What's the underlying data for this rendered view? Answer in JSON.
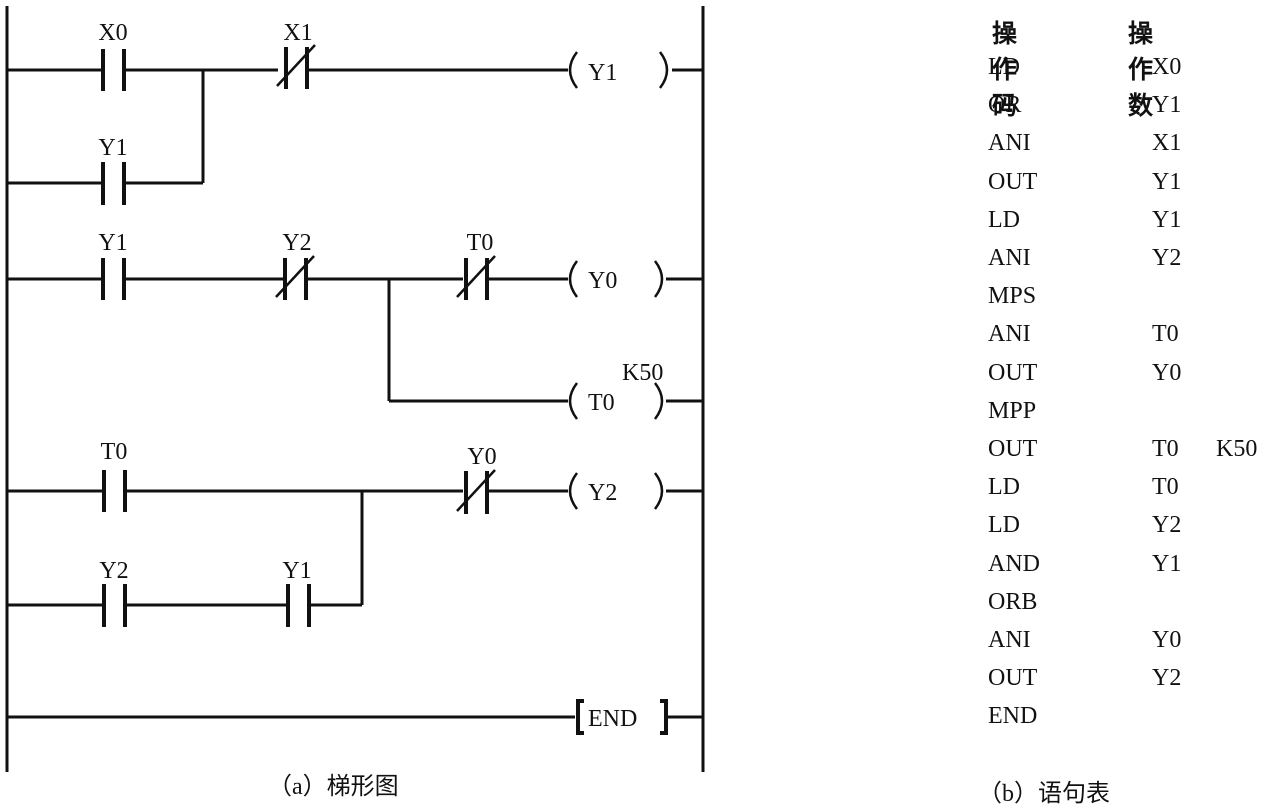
{
  "ladder_diagram": {
    "caption": "（a）梯形图",
    "rungs": [
      {
        "elements": [
          {
            "type": "contact-no",
            "label": "X0"
          },
          {
            "type": "contact-no",
            "label": "Y1",
            "branch": "parallel"
          },
          {
            "type": "contact-nc",
            "label": "X1"
          },
          {
            "type": "coil",
            "label": "Y1"
          }
        ]
      },
      {
        "elements": [
          {
            "type": "contact-no",
            "label": "Y1"
          },
          {
            "type": "contact-nc",
            "label": "Y2"
          },
          {
            "type": "contact-nc",
            "label": "T0"
          },
          {
            "type": "coil",
            "label": "Y0"
          },
          {
            "type": "coil",
            "label": "T0",
            "preset": "K50"
          }
        ]
      },
      {
        "elements": [
          {
            "type": "contact-no",
            "label": "T0"
          },
          {
            "type": "contact-no",
            "label": "Y2",
            "branch": "parallel"
          },
          {
            "type": "contact-no",
            "label": "Y1",
            "branch": "parallel"
          },
          {
            "type": "contact-nc",
            "label": "Y0"
          },
          {
            "type": "coil",
            "label": "Y2"
          }
        ]
      },
      {
        "elements": [
          {
            "type": "end",
            "label": "END"
          }
        ]
      }
    ]
  },
  "statement_list": {
    "caption": "（b）语句表",
    "headers": {
      "opcode": "操作码",
      "operand": "操作数"
    },
    "rows": [
      {
        "op": "LD",
        "arg": "X0",
        "arg2": ""
      },
      {
        "op": "OR",
        "arg": "Y1",
        "arg2": ""
      },
      {
        "op": "ANI",
        "arg": "X1",
        "arg2": ""
      },
      {
        "op": "OUT",
        "arg": "Y1",
        "arg2": ""
      },
      {
        "op": "LD",
        "arg": "Y1",
        "arg2": ""
      },
      {
        "op": "ANI",
        "arg": "Y2",
        "arg2": ""
      },
      {
        "op": "MPS",
        "arg": "",
        "arg2": ""
      },
      {
        "op": "ANI",
        "arg": "T0",
        "arg2": ""
      },
      {
        "op": "OUT",
        "arg": "Y0",
        "arg2": ""
      },
      {
        "op": "MPP",
        "arg": "",
        "arg2": ""
      },
      {
        "op": "OUT",
        "arg": "T0",
        "arg2": "K50"
      },
      {
        "op": "LD",
        "arg": "T0",
        "arg2": ""
      },
      {
        "op": "LD",
        "arg": "Y2",
        "arg2": ""
      },
      {
        "op": "AND",
        "arg": "Y1",
        "arg2": ""
      },
      {
        "op": "ORB",
        "arg": "",
        "arg2": ""
      },
      {
        "op": "ANI",
        "arg": "Y0",
        "arg2": ""
      },
      {
        "op": "OUT",
        "arg": "Y2",
        "arg2": ""
      },
      {
        "op": "END",
        "arg": "",
        "arg2": ""
      }
    ]
  }
}
